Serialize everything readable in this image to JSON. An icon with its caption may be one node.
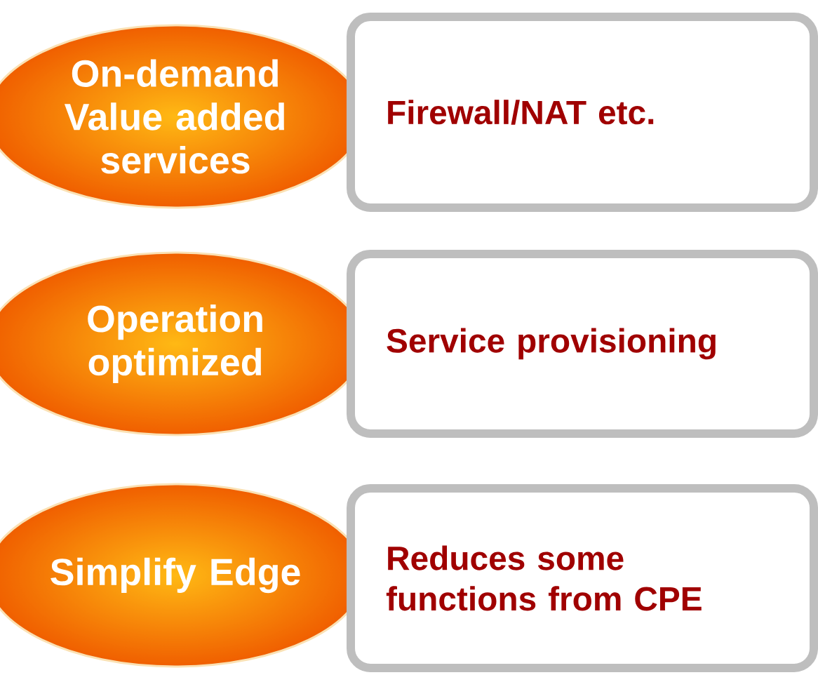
{
  "diagram": {
    "nodes": [
      {
        "text": [
          "On-demand Value added services"
        ]
      },
      {
        "text": [
          "Firewall/NAT etc."
        ]
      },
      {
        "text": [
          "Operation optimized"
        ]
      },
      {
        "text": [
          "Service provisioning"
        ]
      },
      {
        "text": [
          "Simplify Edge"
        ]
      },
      {
        "text": [
          "Reduces some functions from CPE"
        ]
      }
    ]
  }
}
